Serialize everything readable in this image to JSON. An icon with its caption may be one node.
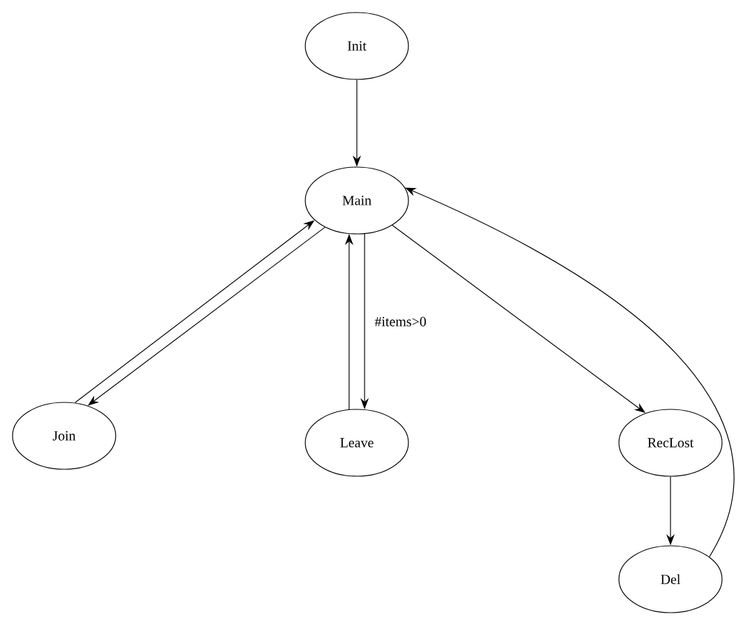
{
  "diagram": {
    "nodes": [
      {
        "text": [
          "Init"
        ]
      },
      {
        "text": [
          "Main"
        ]
      },
      {
        "text": [
          "Join"
        ]
      },
      {
        "text": [
          "Leave"
        ]
      },
      {
        "text": [
          "RecLost"
        ]
      },
      {
        "text": [
          "Del"
        ]
      }
    ],
    "edges": [
      {
        "from": 0,
        "to": 1,
        "arrow": "to"
      },
      {
        "from": 2,
        "to": 1,
        "arrow": "to"
      },
      {
        "from": 1,
        "to": 2,
        "arrow": "to"
      },
      {
        "from": 3,
        "to": 1,
        "arrow": "to"
      },
      {
        "from": 1,
        "to": 3,
        "arrow": "to",
        "label": "#items>0"
      },
      {
        "from": 1,
        "to": 4,
        "arrow": "to"
      },
      {
        "from": 4,
        "to": 5,
        "arrow": "to"
      },
      {
        "from": 5,
        "to": 1,
        "arrow": "to"
      }
    ]
  }
}
